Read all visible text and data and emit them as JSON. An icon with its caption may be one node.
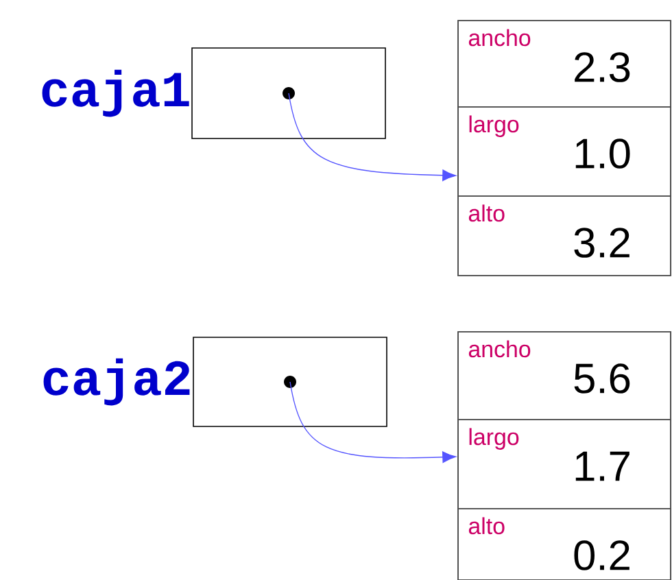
{
  "diagram": {
    "nodes": [
      {
        "text": [
          "caja1"
        ]
      },
      {
        "text": [],
        "shape": "box"
      },
      {
        "text": [
          "ancho",
          "2.3"
        ],
        "in": 1
      },
      {
        "text": [
          "largo",
          "1.0"
        ],
        "in": 1
      },
      {
        "text": [
          "alto",
          "3.2"
        ],
        "in": 1
      },
      {
        "text": [
          "caja2"
        ]
      },
      {
        "text": [],
        "shape": "box"
      },
      {
        "text": [
          "ancho",
          "5.6"
        ],
        "in": 6
      },
      {
        "text": [
          "largo",
          "1.7"
        ],
        "in": 6
      },
      {
        "text": [
          "alto",
          "0.2"
        ],
        "in": 6
      }
    ],
    "edges": [
      {
        "from": 0,
        "to": 1,
        "arrow": "to"
      },
      {
        "from": 5,
        "to": 6,
        "arrow": "to"
      }
    ]
  }
}
